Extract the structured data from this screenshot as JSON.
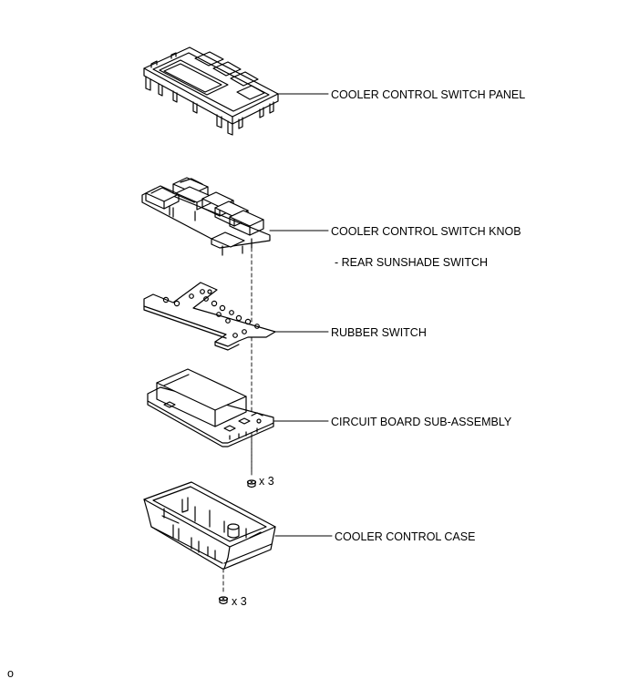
{
  "labels": {
    "panel": "COOLER CONTROL SWITCH PANEL",
    "knob": "COOLER CONTROL SWITCH KNOB",
    "sunshade": "- REAR SUNSHADE SWITCH",
    "rubber": "RUBBER SWITCH",
    "circuit": "CIRCUIT BOARD SUB-ASSEMBLY",
    "case": "COOLER CONTROL CASE",
    "screw_qty_1": "x 3",
    "screw_qty_2": "x 3"
  },
  "figure_ref": "o"
}
